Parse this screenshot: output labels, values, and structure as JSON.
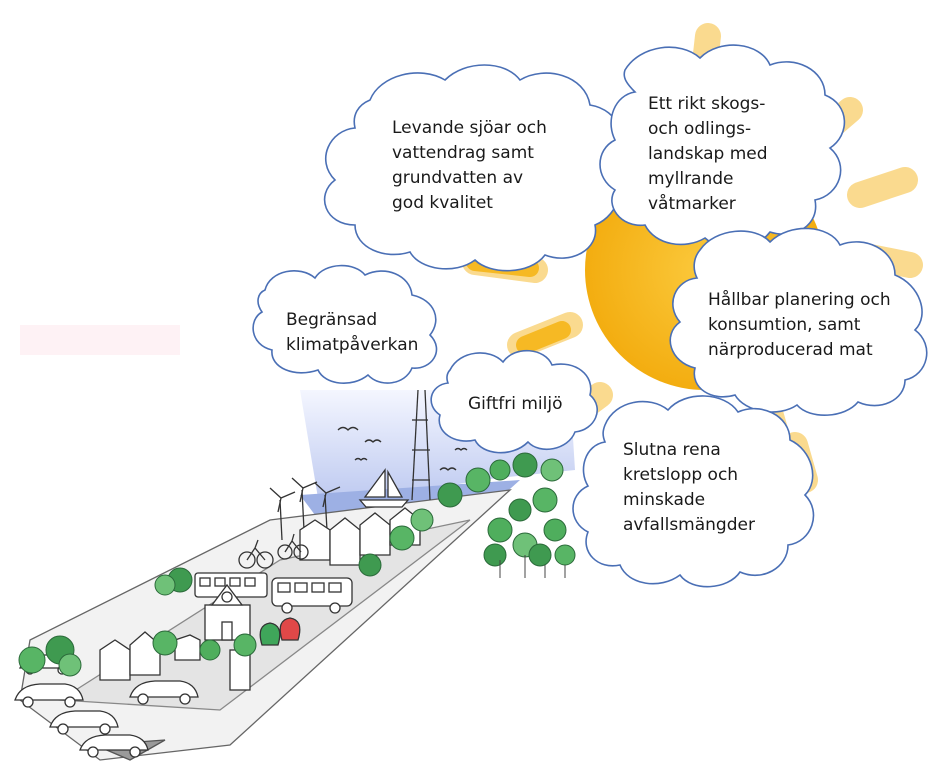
{
  "colors": {
    "sun": "#f6b619",
    "sun_ray": "#fad98a",
    "sky": "#c8d2f0",
    "water": "#8aa0dc",
    "tree_green": "#3fa65a",
    "tree_dark": "#2e7d45",
    "ink": "#1a1a1a"
  },
  "clouds": {
    "water": {
      "lines": [
        "Levande sjöar och",
        "vattendrag samt",
        "grundvatten av",
        "god kvalitet"
      ]
    },
    "forest": {
      "lines": [
        "Ett rikt skogs-",
        "och odlings-",
        "landskap med",
        "myllrande",
        "våtmarker"
      ]
    },
    "climate": {
      "lines": [
        "Begränsad",
        "klimatpåverkan"
      ]
    },
    "toxic": {
      "lines": [
        "Giftfri miljö"
      ]
    },
    "planning": {
      "lines": [
        "Hållbar planering och",
        "konsumtion, samt",
        "närproducerad mat"
      ]
    },
    "cycle": {
      "lines": [
        "Slutna rena",
        "kretslopp och",
        "minskade",
        "avfallsmängder"
      ]
    }
  },
  "icons": {
    "sun": "sun-icon",
    "sailboat": "sailboat-icon",
    "bicycle": "bicycle-icon",
    "wind_turbine": "wind-turbine-icon",
    "bus": "bus-icon",
    "car": "car-icon",
    "recycling_bag": "recycling-bag-icon",
    "bird": "bird-icon"
  }
}
